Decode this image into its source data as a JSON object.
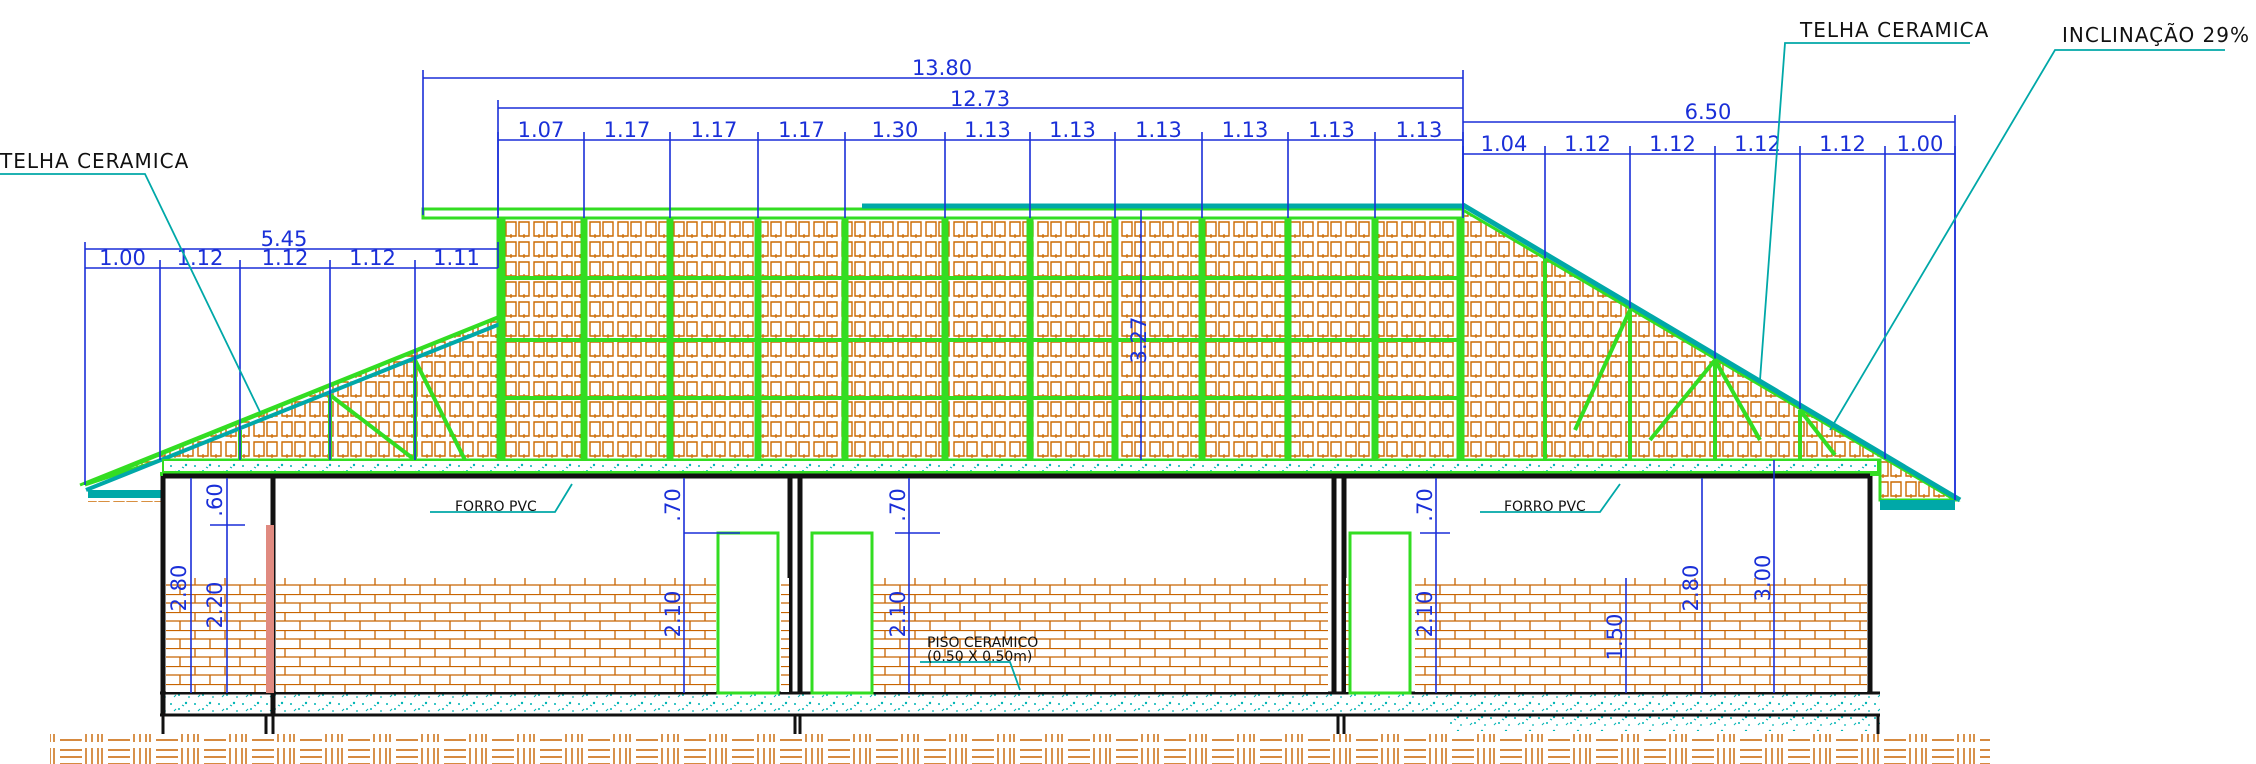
{
  "colors": {
    "dimension": "#1a2fd8",
    "framing": "#33dd22",
    "roof_tile": "#cc6a00",
    "leader": "#00a8a8",
    "wall": "#111111",
    "concrete": "#00b5b5",
    "brick": "#c86400"
  },
  "labels": {
    "telha_left": "TELHA CERAMICA",
    "telha_right": "TELHA CERAMICA",
    "inclinacao": "INCLINAÇÃO 29%",
    "forro_left": "FORRO PVC",
    "forro_right": "FORRO PVC",
    "piso_line1": "PISO CERAMICO",
    "piso_line2": "(0.50 X 0.50m)"
  },
  "dimensions": {
    "top_overall": "13.80",
    "top_inner": "12.73",
    "top_segments": [
      "1.07",
      "1.17",
      "1.17",
      "1.17",
      "1.30",
      "1.13",
      "1.13",
      "1.13",
      "1.13",
      "1.13",
      "1.13"
    ],
    "right_overall": "6.50",
    "right_segments": [
      "1.04",
      "1.12",
      "1.12",
      "1.12",
      "1.12",
      "1.00"
    ],
    "left_overall": "5.45",
    "left_segments": [
      "1.00",
      "1.12",
      "1.12",
      "1.12",
      "1.11"
    ],
    "ridge_height": "3.27",
    "heights": {
      "left_wall": "2.80",
      "left_window_top": ".60",
      "left_window": "2.20",
      "door1_top": ".70",
      "door1": "2.10",
      "door2_top": ".70",
      "door2": "2.10",
      "door3_top": ".70",
      "door3": "2.10",
      "right_sill": "1.50",
      "right_wall": "2.80",
      "right_total": "3.00"
    }
  }
}
